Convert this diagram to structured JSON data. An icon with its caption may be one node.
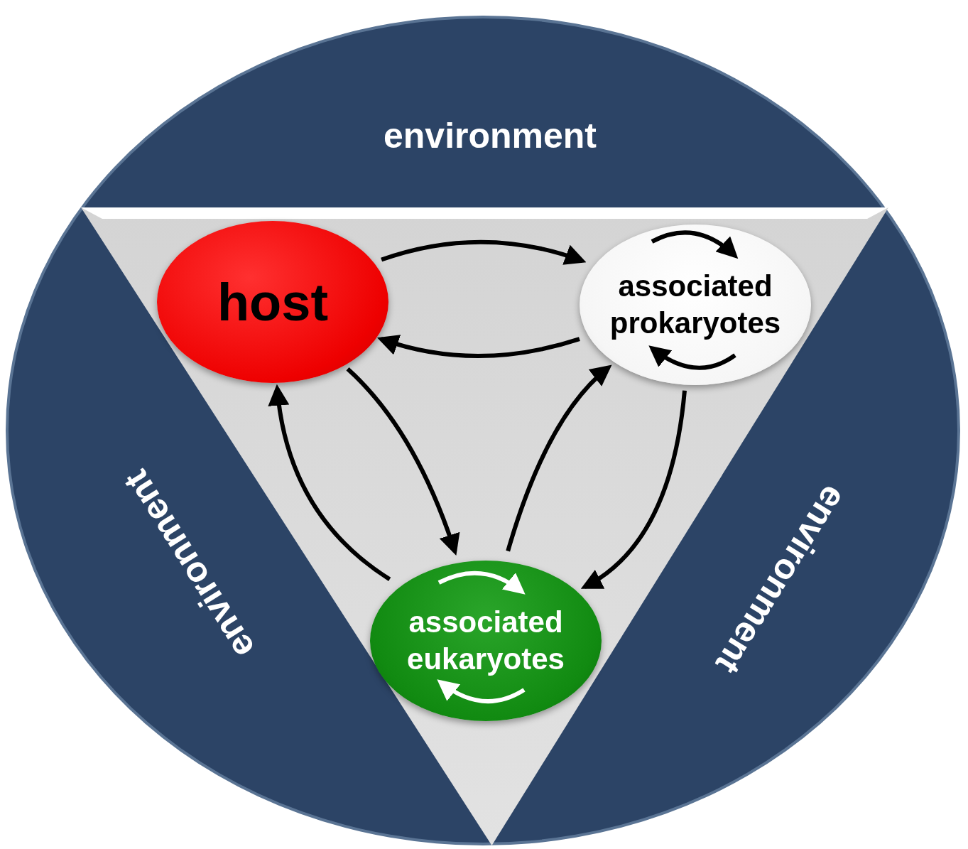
{
  "diagram": {
    "nodes": [
      {
        "text": [
          "environment",
          "environment",
          "environment"
        ]
      },
      {
        "text": [],
        "shape": "triangle",
        "in": 0
      },
      {
        "text": [
          "host"
        ],
        "in": 1
      },
      {
        "text": [
          "associated prokaryotes"
        ],
        "in": 1
      },
      {
        "text": [
          "associated eukaryotes"
        ],
        "in": 1
      }
    ],
    "edges": [
      {
        "from": 2,
        "to": 3,
        "arrow": "to"
      },
      {
        "from": 3,
        "to": 2,
        "arrow": "to"
      },
      {
        "from": 2,
        "to": 4,
        "arrow": "to"
      },
      {
        "from": 4,
        "to": 2,
        "arrow": "to"
      },
      {
        "from": 4,
        "to": 3,
        "arrow": "to"
      },
      {
        "from": 3,
        "to": 4,
        "arrow": "to"
      },
      {
        "from": 3,
        "to": 3,
        "arrow": "to"
      },
      {
        "from": 3,
        "to": 3,
        "arrow": "to"
      },
      {
        "from": 4,
        "to": 4,
        "arrow": "to",
        "color": "#ffffff"
      },
      {
        "from": 4,
        "to": 4,
        "arrow": "to",
        "color": "#ffffff"
      }
    ]
  }
}
